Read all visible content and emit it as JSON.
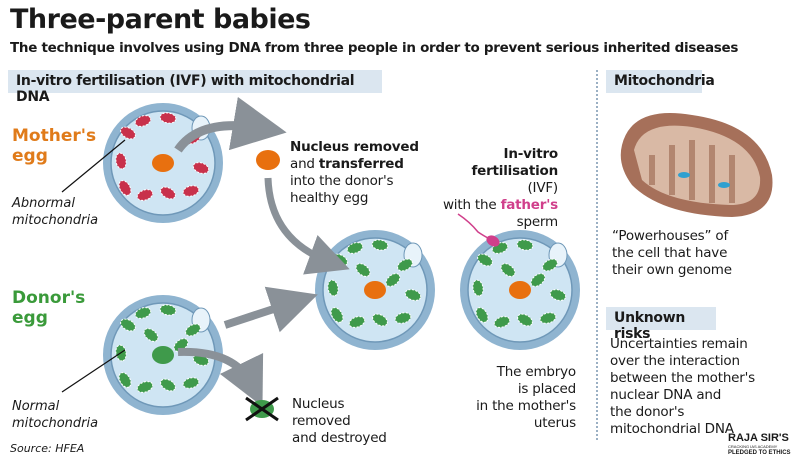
{
  "title": "Three-parent babies",
  "subtitle": "The technique involves using DNA from three people in order to prevent serious inherited diseases",
  "section_ivf": "In-vitro fertilisation (IVF) with mitochondrial DNA",
  "mother": {
    "label_1": "Mother's",
    "label_2": "egg",
    "note_1": "Abnormal",
    "note_2": "mitochondria"
  },
  "transfer": {
    "line1_bold": "Nucleus removed",
    "line2_pre": "and ",
    "line2_bold": "transferred",
    "line3": "into the donor's",
    "line4": "healthy egg"
  },
  "ivf": {
    "line1": "In-vitro",
    "line2_bold": "fertilisation",
    "line2_rest": " (IVF)",
    "line3_pre": "with the ",
    "line3_highlight": "father's",
    "line4": "sperm"
  },
  "donor": {
    "label_1": "Donor's",
    "label_2": "egg",
    "note_1": "Normal",
    "note_2": "mitochondria"
  },
  "destroyed": {
    "line1": "Nucleus",
    "line2": "removed",
    "line3": "and destroyed"
  },
  "embryo": {
    "line1": "The embryo",
    "line2": "is placed",
    "line3": "in the mother's",
    "line4": "uterus"
  },
  "source": "Source: HFEA",
  "mitochondria": {
    "heading": "Mitochondria",
    "line1": "“Powerhouses” of",
    "line2": "the cell that have",
    "line3": "their own genome"
  },
  "risks": {
    "heading": "Unknown risks",
    "line1": "Uncertainties remain",
    "line2": "over the interaction",
    "line3": "between the mother's",
    "line4": "nuclear DNA and",
    "line5": "the donor's",
    "line6": "mitochondrial DNA"
  },
  "logo": {
    "name": "RAJA SIR'S",
    "tag1": "CRACKING IAS ACADEMY",
    "tag2": "PLEDGED TO ETHICS"
  },
  "colors": {
    "mother": "#e07b1a",
    "donor": "#3a9a3a",
    "father": "#d03f8b",
    "band": "#dbe6f0",
    "abnormal_mito": "#c8314b",
    "normal_mito": "#3f9a4b",
    "nucleus": "#e8700f"
  }
}
